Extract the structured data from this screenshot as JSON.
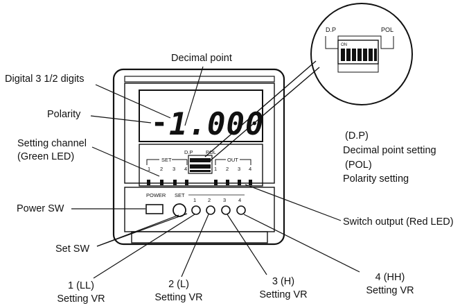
{
  "callouts": {
    "decimal_point": "Decimal point",
    "digital_digits": "Digital 3 1/2 digits",
    "polarity": "Polarity",
    "setting_channel_line1": "Setting channel",
    "setting_channel_line2": "(Green LED)",
    "power_sw": "Power SW",
    "set_sw": "Set SW",
    "switch_output": "Switch output (Red LED)",
    "vr1_line1": "1 (LL)",
    "vr1_line2": "Setting VR",
    "vr2_line1": "2 (L)",
    "vr2_line2": "Setting VR",
    "vr3_line1": "3 (H)",
    "vr3_line2": "Setting VR",
    "vr4_line1": "4 (HH)",
    "vr4_line2": "Setting VR"
  },
  "legend": {
    "dp_code": "(D.P)",
    "dp_desc": "Decimal point setting",
    "pol_code": "(POL)",
    "pol_desc": "Polarity setting"
  },
  "device": {
    "display_sign": "-",
    "display_value": "1.000",
    "set_group_label": "SET",
    "out_group_label": "OUT",
    "set_channels": [
      "1",
      "2",
      "3",
      "4"
    ],
    "out_channels": [
      "1",
      "2",
      "3",
      "4"
    ],
    "dp_label": "D.P",
    "pol_label": "POL",
    "power_label": "POWER",
    "set_label": "SET",
    "vr_numbers": [
      "1",
      "2",
      "3",
      "4"
    ]
  },
  "zoom": {
    "dp_label": "D.P",
    "pol_label": "POL",
    "on_label": "ON"
  }
}
